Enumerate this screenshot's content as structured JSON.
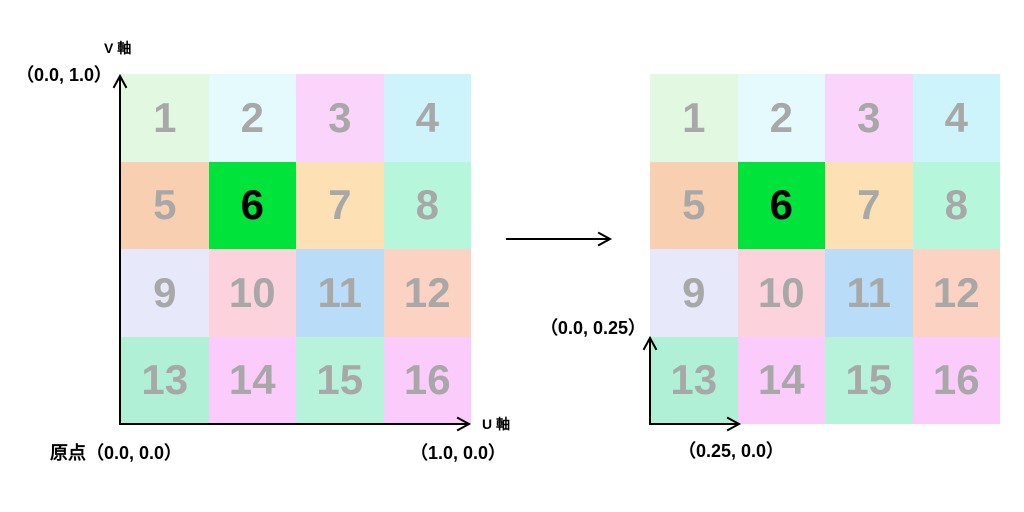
{
  "cells": [
    {
      "label": "1",
      "color": "#e2f8e0",
      "text_color": "#a8a8a8"
    },
    {
      "label": "2",
      "color": "#e4fafd",
      "text_color": "#a8a8a8"
    },
    {
      "label": "3",
      "color": "#fbd4fb",
      "text_color": "#a8a8a8"
    },
    {
      "label": "4",
      "color": "#cdf4fb",
      "text_color": "#a8a8a8"
    },
    {
      "label": "5",
      "color": "#f9cfb2",
      "text_color": "#a8a8a8"
    },
    {
      "label": "6",
      "color": "#00e33a",
      "text_color": "#000000"
    },
    {
      "label": "7",
      "color": "#fde0b3",
      "text_color": "#a8a8a8"
    },
    {
      "label": "8",
      "color": "#b6f7dc",
      "text_color": "#a8a8a8"
    },
    {
      "label": "9",
      "color": "#e8e8fb",
      "text_color": "#a8a8a8"
    },
    {
      "label": "10",
      "color": "#fcd3dc",
      "text_color": "#a8a8a8"
    },
    {
      "label": "11",
      "color": "#b9dcf9",
      "text_color": "#a8a8a8"
    },
    {
      "label": "12",
      "color": "#fcd2c3",
      "text_color": "#a8a8a8"
    },
    {
      "label": "13",
      "color": "#b0f0d6",
      "text_color": "#a8a8a8"
    },
    {
      "label": "14",
      "color": "#fbcbfb",
      "text_color": "#a8a8a8"
    },
    {
      "label": "15",
      "color": "#b7f3db",
      "text_color": "#a8a8a8"
    },
    {
      "label": "16",
      "color": "#fbcbfb",
      "text_color": "#a8a8a8"
    }
  ],
  "left_axes": {
    "v_axis_label": "V 軸",
    "v_axis_end": "（0.0, 1.0）",
    "u_axis_label": "U 軸",
    "origin": "原点（0.0, 0.0）",
    "u_axis_end": "（1.0, 0.0）"
  },
  "right_axes": {
    "v_axis_end": "（0.0, 0.25）",
    "u_axis_end": "（0.25, 0.0）"
  },
  "colors": {
    "axis": "#000000",
    "background": "#ffffff"
  }
}
